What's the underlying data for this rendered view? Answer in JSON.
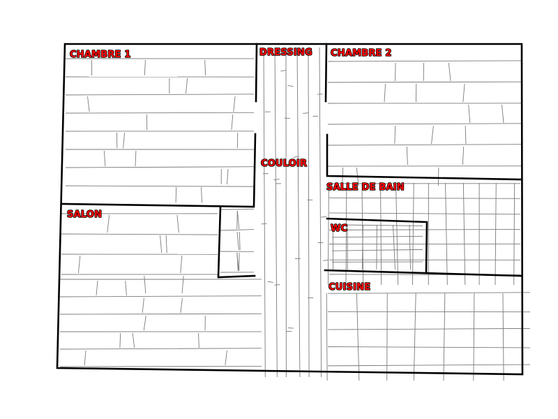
{
  "floorplan": {
    "label_color": "#ff0000",
    "rooms": {
      "chambre1": "CHAMBRE 1",
      "dressing": "DRESSING",
      "chambre2": "CHAMBRE 2",
      "couloir": "COULOIR",
      "salle_de_bain": "SALLE DE BAIN",
      "wc": "WC",
      "salon": "SALON",
      "cuisine": "CUISINE"
    }
  }
}
